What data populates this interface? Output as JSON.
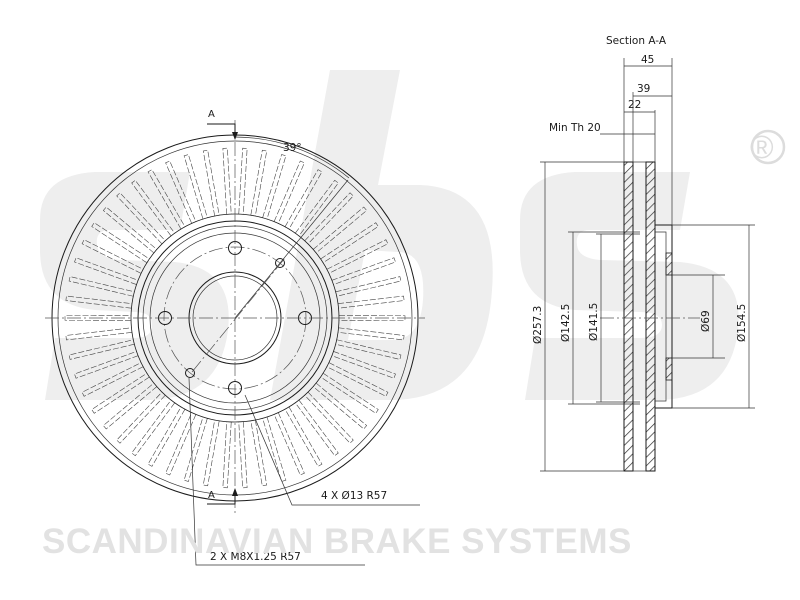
{
  "brand": {
    "logo_text": "sbs",
    "tagline": "SCANDINAVIAN BRAKE SYSTEMS",
    "registered_mark": "®"
  },
  "front_view": {
    "section_marker_top": "A",
    "section_marker_bottom": "A",
    "angle_label": "39°",
    "bolt_holes_callout": "4 X Ø13   R57",
    "threaded_holes_callout": "2 X M8X1.25   R57"
  },
  "section_view": {
    "title": "Section A-A",
    "dim_width_45": "45",
    "dim_width_39": "39",
    "dim_width_22": "22",
    "min_thickness": "Min Th 20",
    "dia_outer": "Ø257.3",
    "dia_142": "Ø142.5",
    "dia_141": "Ø141.5",
    "dia_hub": "Ø69",
    "dia_hat": "Ø154.5"
  },
  "colors": {
    "line": "#1a1a1a",
    "watermark": "#e2e2e2",
    "hatch": "#333333"
  }
}
